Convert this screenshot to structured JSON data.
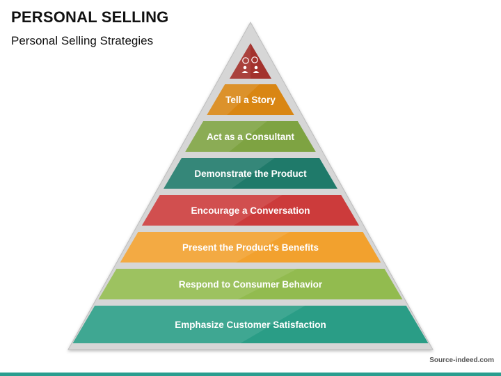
{
  "header": {
    "title": "PERSONAL SELLING",
    "subtitle": "Personal Selling Strategies"
  },
  "pyramid": {
    "top_icon": "people-conversation-icon",
    "top_color": "#a3322d",
    "tiers": [
      {
        "label": "Tell a Story",
        "color": "#d98613"
      },
      {
        "label": "Act as a Consultant",
        "color": "#7ea342"
      },
      {
        "label": "Demonstrate the Product",
        "color": "#1f7a6a"
      },
      {
        "label": "Encourage a Conversation",
        "color": "#cc3b3b"
      },
      {
        "label": "Present the Product's Benefits",
        "color": "#f2a12e"
      },
      {
        "label": "Respond to Consumer Behavior",
        "color": "#92bb4f"
      },
      {
        "label": "Emphasize Customer Satisfaction",
        "color": "#2a9d86"
      }
    ]
  },
  "footer": {
    "source": "Source-indeed.com",
    "accent": "#2a9d8f"
  }
}
